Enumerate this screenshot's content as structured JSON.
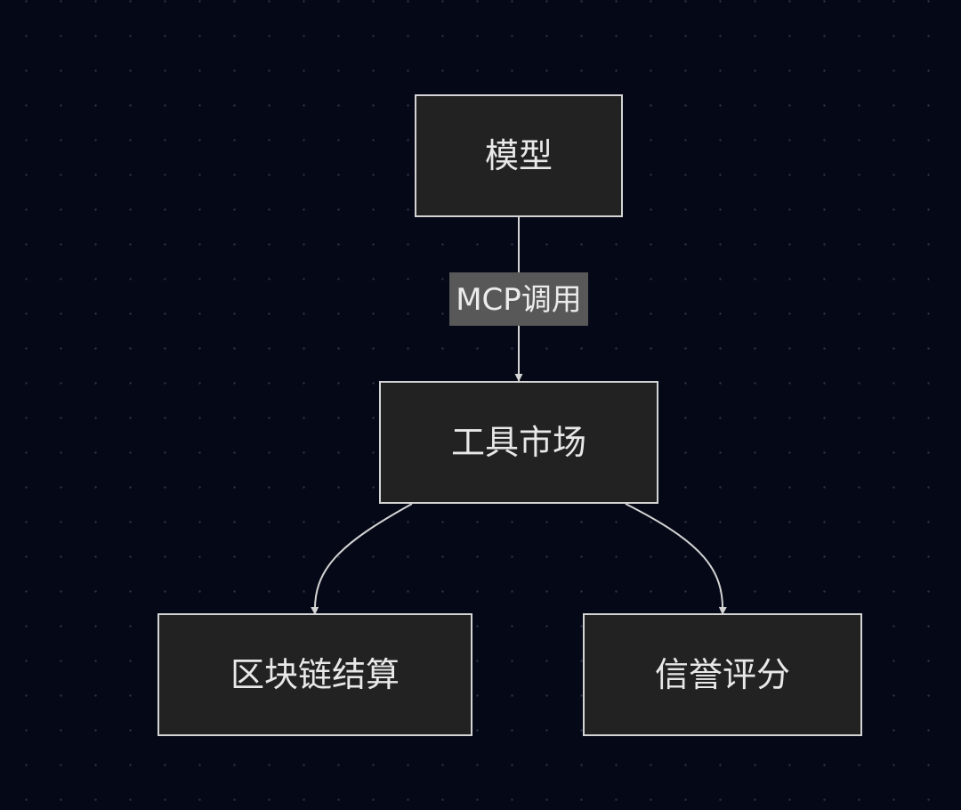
{
  "nodes": {
    "model": "模型",
    "tool_market": "工具市场",
    "blockchain_settlement": "区块链结算",
    "reputation_score": "信誉评分"
  },
  "edges": {
    "model_to_market_label": "MCP调用"
  },
  "colors": {
    "background": "#050817",
    "node_fill": "#222222",
    "node_stroke": "#d4d4d4",
    "text": "#e8e8e8",
    "edge_label_bg": "#585858"
  }
}
